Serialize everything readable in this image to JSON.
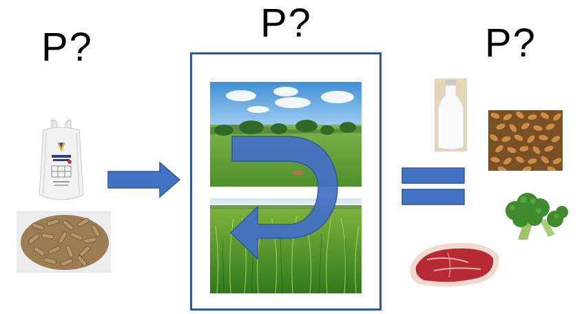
{
  "labels": {
    "input": "P?",
    "farm": "P?",
    "output": "P?"
  },
  "colors": {
    "arrow_fill": "#4472c4",
    "arrow_stroke": "#2f5597",
    "frame_border": "#2f5597"
  },
  "images": {
    "fertilizer_sack": "fertilizer-bag",
    "feed_pellets": "feed-pellets",
    "pasture": "grass-pasture-with-cows",
    "crop": "green-cereal-crop",
    "milk": "milk-bottle",
    "grain": "wheat-grain",
    "broccoli": "broccoli",
    "meat": "raw-steak"
  }
}
